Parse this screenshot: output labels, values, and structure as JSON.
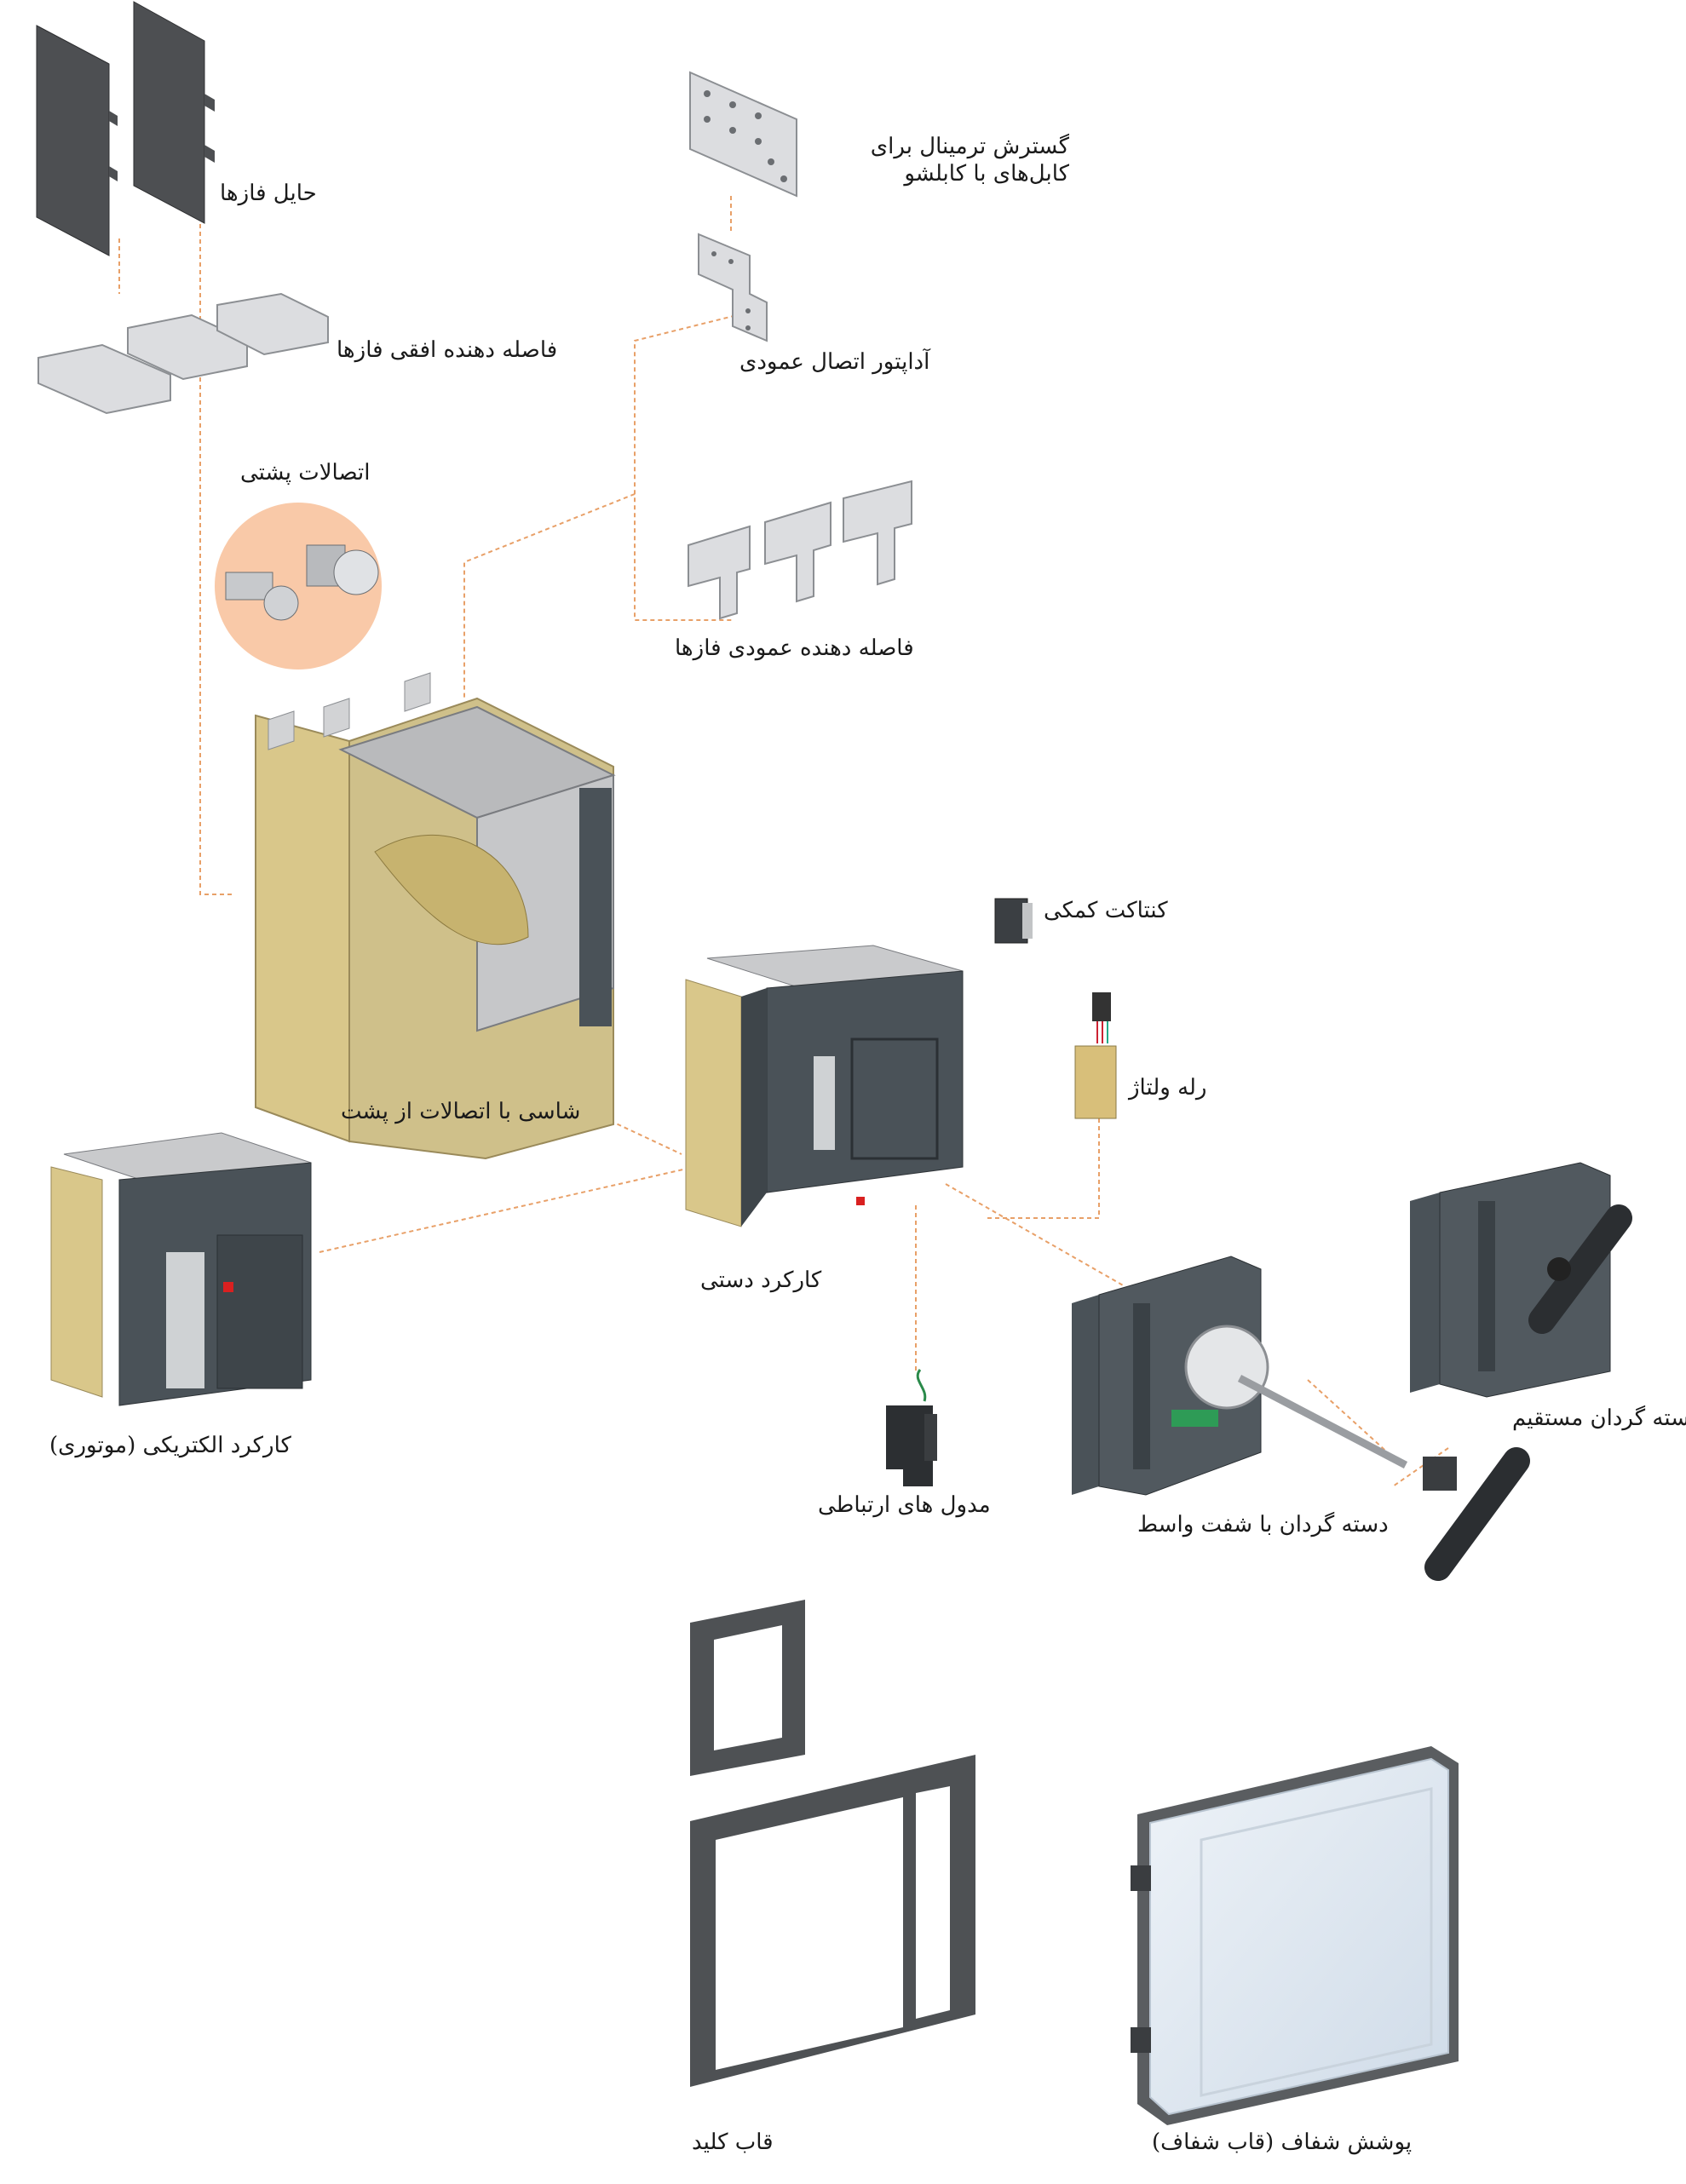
{
  "diagram": {
    "labels": {
      "phase_barrier": "حایل فازها",
      "horizontal_spreader": "فاصله دهنده افقی فازها",
      "rear_connections": "اتصالات پشتی",
      "terminal_extension": "گسترش ترمینال برای کابل‌های با کابلشو",
      "vertical_adapter": "آداپتور اتصال عمودی",
      "vertical_spreader": "فاصله دهنده عمودی فازها",
      "chassis": "شاسی با اتصالات از پشت",
      "aux_contact": "کنتاکت کمکی",
      "voltage_relay": "رله ولتاژ",
      "manual_operation": "کارکرد دستی",
      "electric_operation": "کارکرد الکتریکی (موتوری)",
      "comm_modules": "مدول های ارتباطی",
      "direct_rotary_handle": "دسته گردان مستقیم",
      "extended_rotary_handle": "دسته گردان با شفت واسط",
      "key_frame": "قاب کلید",
      "transparent_cover": "پوشش شفاف (قاب شفاف)"
    },
    "colors": {
      "leader_line": "#e8a068",
      "highlight_circle": "#f9c9a8",
      "chassis_yellow": "#d9c78a",
      "breaker_dark": "#4a5258",
      "copper_part": "#d7d8d9",
      "frame_dark": "#55585b"
    }
  }
}
